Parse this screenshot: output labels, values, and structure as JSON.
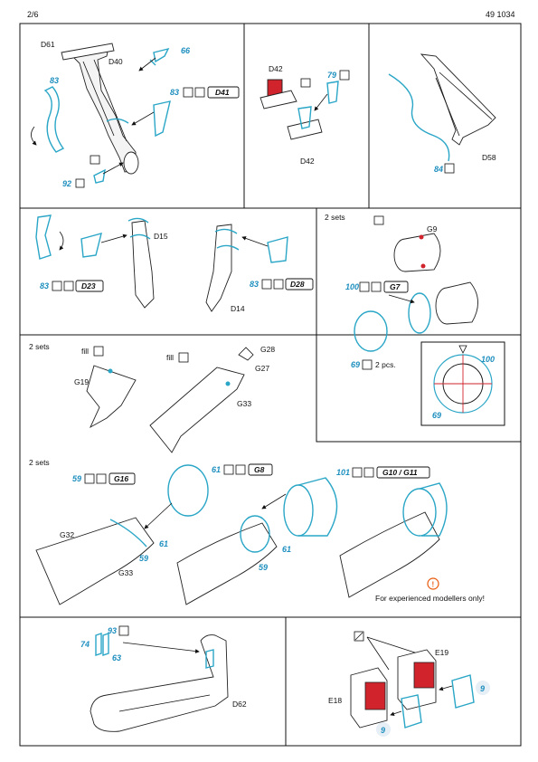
{
  "colors": {
    "photo_etch": "#2aa6c7",
    "red_part": "#d0232b",
    "callout_number": "#1e8fbf",
    "note_icon": "#e8590c",
    "ink": "#111111"
  },
  "header": {
    "page": "2/6",
    "catalog_number": "49 1034"
  },
  "panels": {
    "p1": {
      "parts": [
        "D61",
        "D40"
      ],
      "pe_numbers": [
        "66",
        "83",
        "92"
      ],
      "callout": {
        "number": "83",
        "part": "D41"
      }
    },
    "p2": {
      "parts": [
        "D42",
        "D42"
      ],
      "pe_numbers": [
        "79"
      ]
    },
    "p3": {
      "parts": [
        "D58"
      ],
      "pe_numbers": [
        "84"
      ]
    },
    "p4": {
      "parts": [
        "D15",
        "D14"
      ],
      "callout_left": {
        "number": "83",
        "part": "D23"
      },
      "callout_right": {
        "number": "83",
        "part": "D28"
      }
    },
    "p5": {
      "sets": "2 sets",
      "parts": [
        "G9"
      ],
      "callout": {
        "number": "100",
        "part": "G7"
      },
      "pe_numbers": [
        "69",
        "100",
        "69"
      ],
      "qty": "2 pcs."
    },
    "p6": {
      "sets": "2 sets",
      "fill_labels": [
        "fill",
        "fill"
      ],
      "parts": [
        "G19",
        "G28",
        "G27",
        "G33"
      ]
    },
    "p7": {
      "sets": "2 sets",
      "callout_a": {
        "number": "59",
        "part": "G16"
      },
      "callout_b": {
        "number": "61",
        "part": "G8"
      },
      "callout_c": {
        "number": "101",
        "part": "G10 / G11"
      },
      "parts": [
        "G32",
        "G33"
      ],
      "pe_numbers": [
        "61",
        "59",
        "61",
        "59"
      ],
      "note": "For experienced modellers only!"
    },
    "p8": {
      "parts": [
        "D62"
      ],
      "pe_numbers": [
        "74",
        "93",
        "63"
      ]
    },
    "p9": {
      "parts": [
        "E19",
        "E18"
      ],
      "pe_numbers": [
        "9",
        "9"
      ]
    }
  }
}
